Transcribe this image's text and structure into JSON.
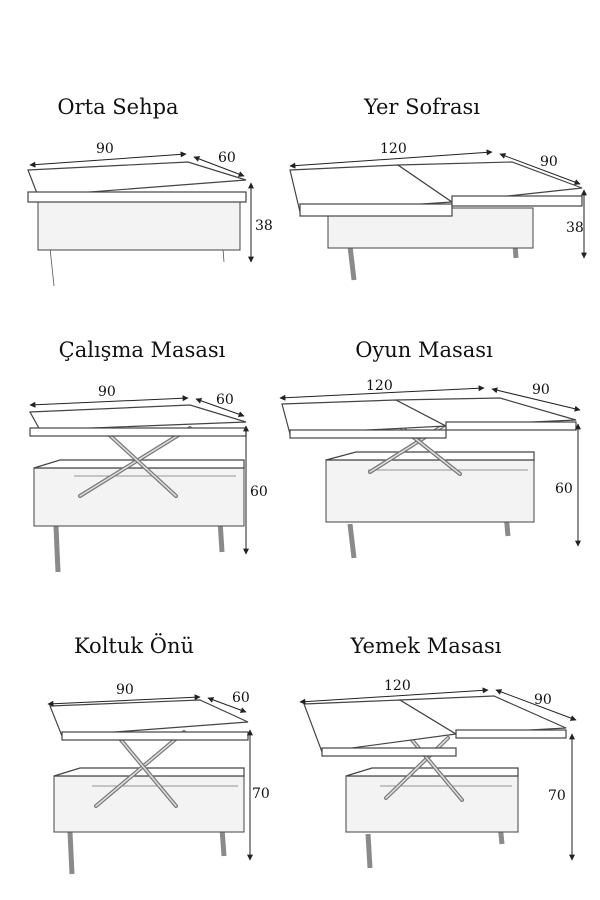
{
  "panels": [
    {
      "title": "Orta Sehpa",
      "width": "90",
      "depth": "60",
      "height": "38",
      "top": "single",
      "state": "closed"
    },
    {
      "title": "Yer Sofrası",
      "width": "120",
      "depth": "90",
      "height": "38",
      "top": "split",
      "state": "closed"
    },
    {
      "title": "Çalışma Masası",
      "width": "90",
      "depth": "60",
      "height": "60",
      "top": "single",
      "state": "lifted"
    },
    {
      "title": "Oyun Masası",
      "width": "120",
      "depth": "90",
      "height": "60",
      "top": "split",
      "state": "lifted"
    },
    {
      "title": "Koltuk Önü",
      "width": "90",
      "depth": "60",
      "height": "70",
      "top": "single",
      "state": "raised"
    },
    {
      "title": "Yemek Masası",
      "width": "120",
      "depth": "90",
      "height": "70",
      "top": "split",
      "state": "raised"
    }
  ],
  "colors": {
    "line": "#444444",
    "leg": "#8a8a8a",
    "background": "#ffffff"
  }
}
